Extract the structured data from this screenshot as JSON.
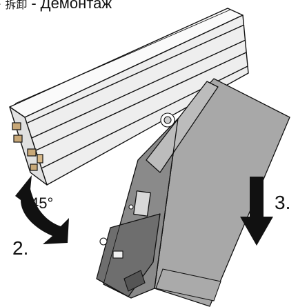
{
  "caption": {
    "dash1": "-",
    "cjk": "拆卸",
    "dash2": "-",
    "russian": "Демонтаж"
  },
  "labels": {
    "angle": "45°",
    "step2": "2.",
    "step3": "3."
  },
  "colors": {
    "ink": "#111111",
    "rail": "#f4f4f4",
    "rail_shade": "#e2e2e2",
    "panel": "#aaaaaa",
    "body": "#8a8a8a",
    "dark": "#505050",
    "copper": "#c8a878"
  },
  "icons": {
    "rotate_arrow": "curved-rotate-arrow-icon",
    "down_arrow": "down-arrow-icon"
  }
}
